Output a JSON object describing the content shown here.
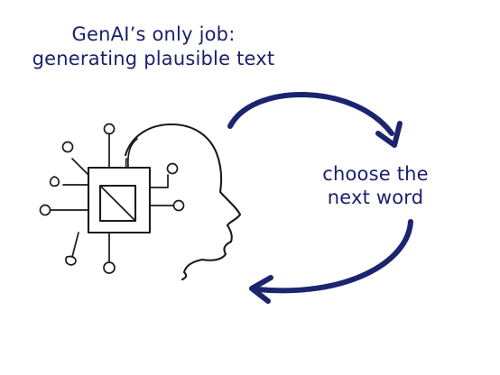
{
  "title": {
    "line1": "GenAI’s only job:",
    "line2": "generating plausible text"
  },
  "loop_label": {
    "line1": "choose the",
    "line2": "next word"
  },
  "colors": {
    "text": "#1b1f6b",
    "arrow": "#1c2470",
    "sketch": "#1a1a1a",
    "background": "#ffffff"
  },
  "icons": {
    "head": "head-profile-icon",
    "chip": "circuit-chip-icon",
    "loop": "cycle-arrows-icon"
  }
}
